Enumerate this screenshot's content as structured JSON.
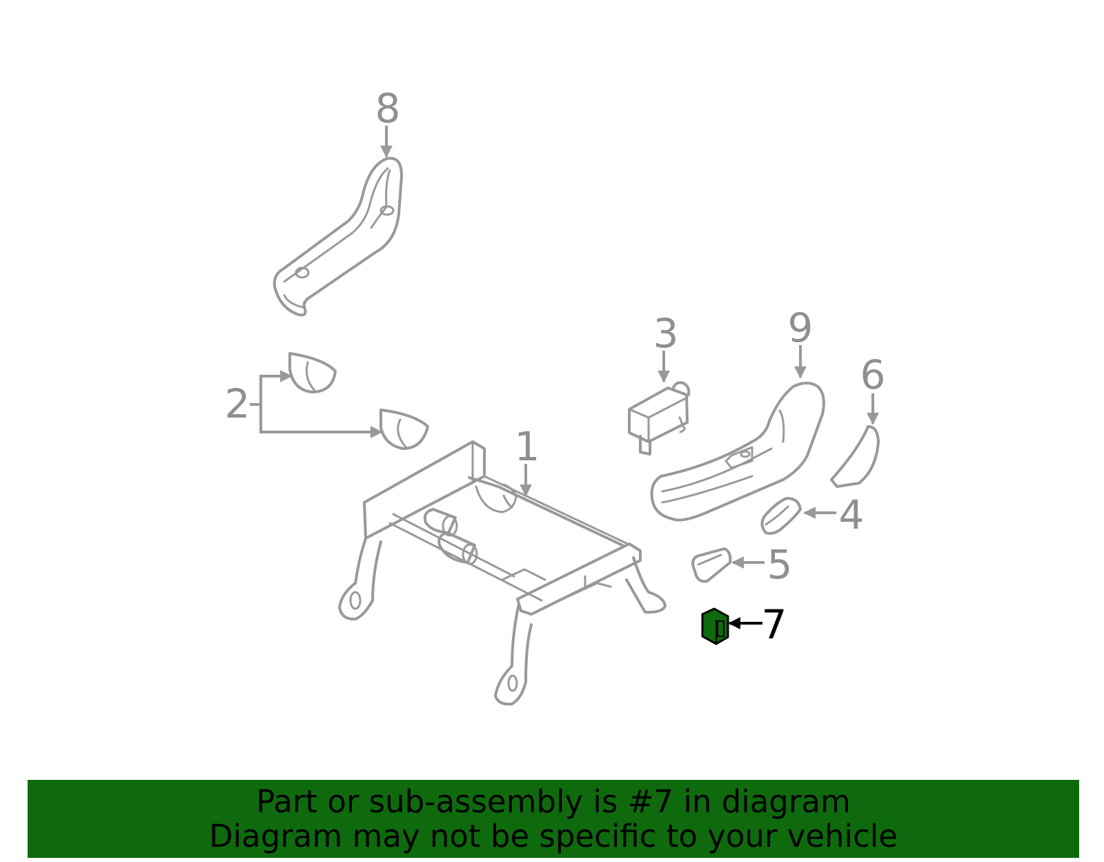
{
  "diagram": {
    "callouts": [
      "1",
      "2",
      "3",
      "4",
      "5",
      "6",
      "7",
      "8",
      "9"
    ],
    "highlighted_part": "7",
    "colors": {
      "part_outline": "#999999",
      "callout_text": "#8f8f8f",
      "highlight_fill": "#0f6a0e",
      "highlight_text": "#000000"
    }
  },
  "banner": {
    "line1": "Part or sub-assembly is #7 in diagram",
    "line2": "Diagram may not be specific to your vehicle",
    "background_color": "#0f6a0e"
  }
}
